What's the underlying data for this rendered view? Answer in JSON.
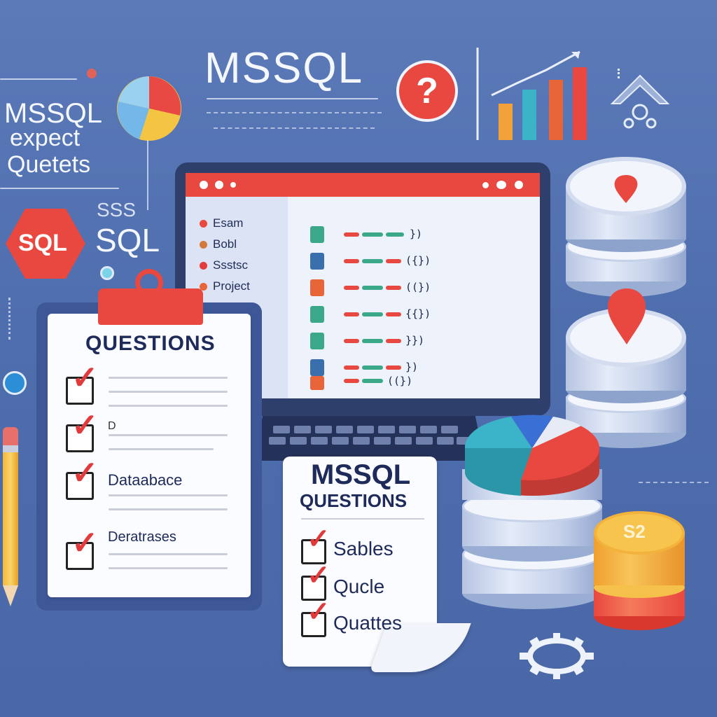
{
  "header": {
    "title": "MSSQL"
  },
  "topleft": {
    "line1": "MSSQL",
    "line2": "expect",
    "line3": "Quetets"
  },
  "sql_hex": {
    "label": "SQL"
  },
  "sql_label": {
    "faded": "SSS",
    "main": "SQL"
  },
  "help_bubble": {
    "glyph": "?"
  },
  "clipboard": {
    "title": "QUESTIONS",
    "items": [
      {
        "label": ""
      },
      {
        "label": "D"
      },
      {
        "label": "Dataabace"
      },
      {
        "label": "Deratrases"
      }
    ]
  },
  "laptop": {
    "sidebar": [
      {
        "label": "Esam",
        "color": "#e8483f"
      },
      {
        "label": "Bobl",
        "color": "#d37a3a"
      },
      {
        "label": "Ssstsc",
        "color": "#e33b3b"
      },
      {
        "label": "Project",
        "color": "#e8653a"
      }
    ],
    "code_rows": [
      {
        "text": "})",
        "icon": "#3ba88a"
      },
      {
        "text": "({})",
        "icon": "#3a6fae"
      },
      {
        "text": "((})",
        "icon": "#e8653a"
      },
      {
        "text": "{{})",
        "icon": "#3ba88a"
      },
      {
        "text": "}})",
        "icon": "#3ba88a"
      },
      {
        "text": "})",
        "icon": "#3a6fae"
      },
      {
        "text": "((})",
        "icon": "#e8653a"
      }
    ]
  },
  "scroll": {
    "title": "MSSQL",
    "subtitle": "QUESTIONS",
    "items": [
      {
        "label": "Sables"
      },
      {
        "label": "Qucle"
      },
      {
        "label": "Quattes"
      }
    ]
  },
  "coin": {
    "label": "S2"
  },
  "colors": {
    "accent_red": "#e8483f",
    "accent_orange": "#f2a238",
    "accent_teal": "#3bb3c9",
    "background": "#5272b0"
  }
}
